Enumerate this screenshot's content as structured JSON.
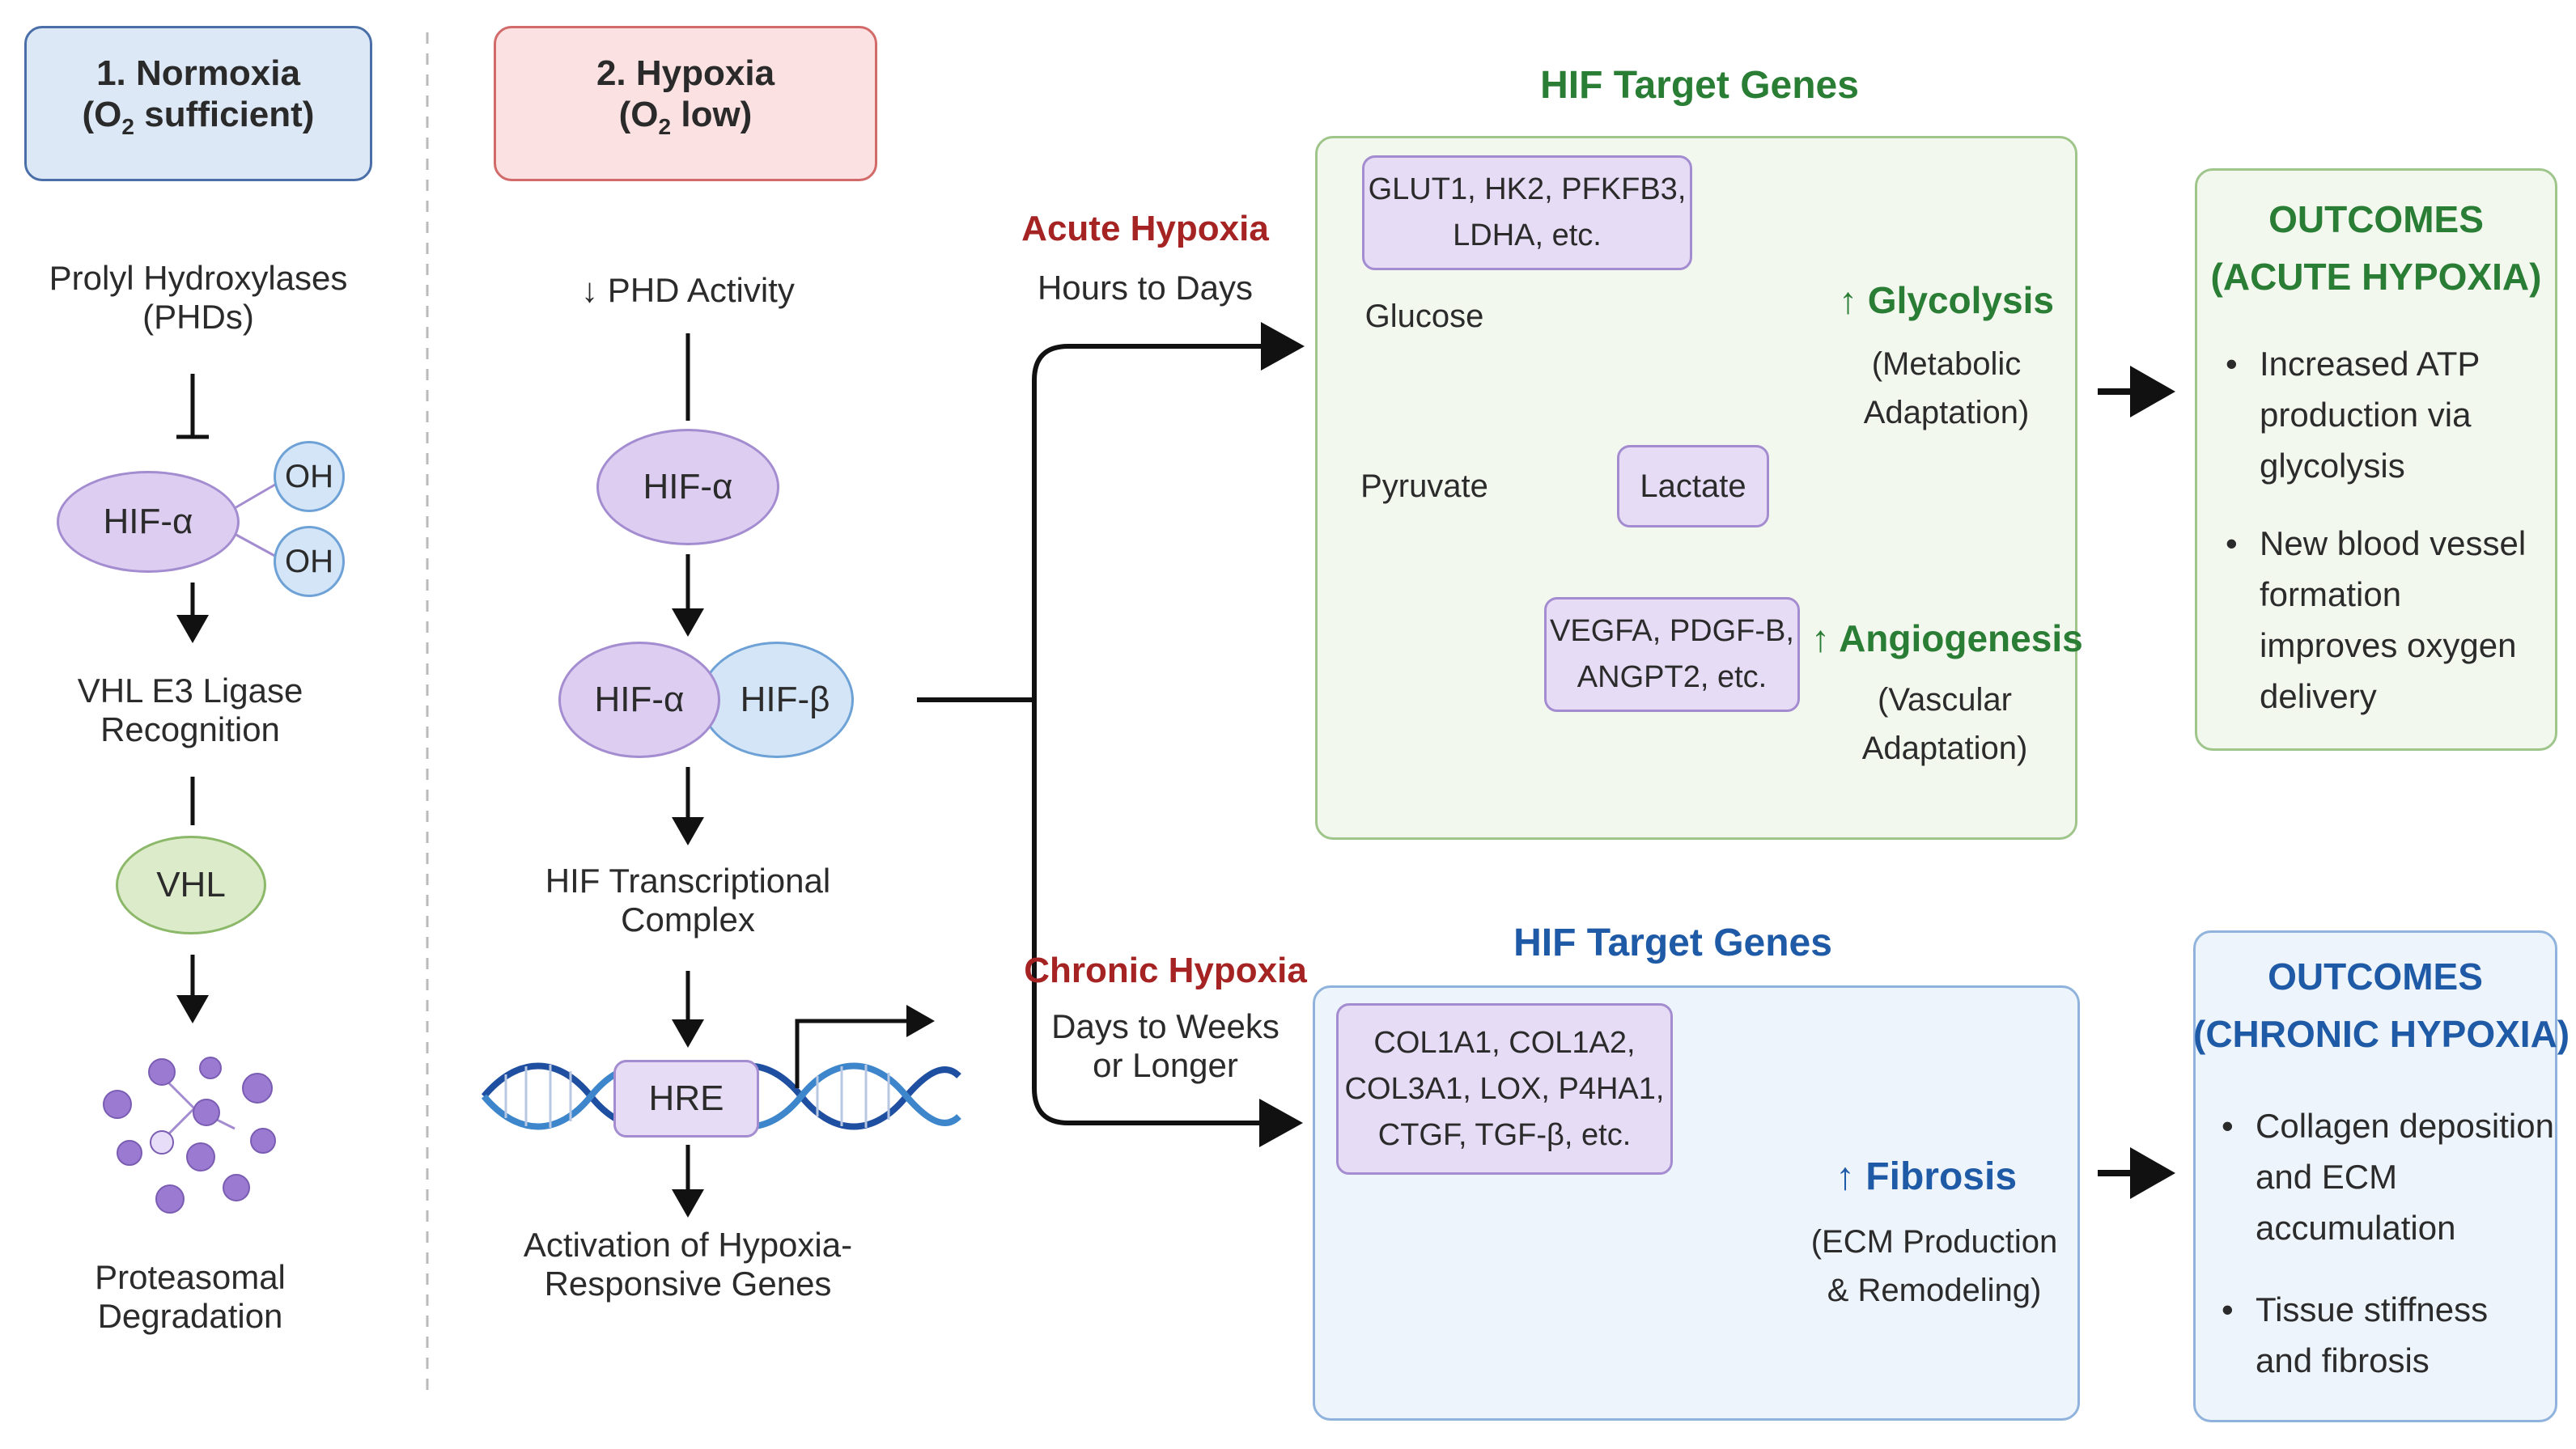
{
  "normoxia": {
    "title_line1": "1. Normoxia",
    "title_line2_pre": "(O",
    "title_line2_sub": "2",
    "title_line2_post": " sufficient)",
    "phd_line1": "Prolyl Hydroxylases",
    "phd_line2": "(PHDs)",
    "hif_alpha": "HIF-α",
    "oh1": "OH",
    "oh2": "OH",
    "vhl_rec_line1": "VHL E3 Ligase",
    "vhl_rec_line2": "Recognition",
    "vhl": "VHL",
    "degr_line1": "Proteasomal",
    "degr_line2": "Degradation"
  },
  "hypoxia": {
    "title_line1": "2. Hypoxia",
    "title_line2_pre": "(O",
    "title_line2_sub": "2",
    "title_line2_post": " low)",
    "phd_activity": "↓ PHD Activity",
    "hif_alpha": "HIF-α",
    "hif_alpha2": "HIF-α",
    "hif_beta": "HIF-β",
    "complex_line1": "HIF Transcriptional",
    "complex_line2": "Complex",
    "hre": "HRE",
    "activation_line1": "Activation of Hypoxia-",
    "activation_line2": "Responsive Genes"
  },
  "acute": {
    "label": "Acute Hypoxia",
    "time": "Hours to Days",
    "panel_title": "HIF Target Genes",
    "genes_line1": "GLUT1, HK2, PFKFB3,",
    "genes_line2": "LDHA, etc.",
    "glucose": "Glucose",
    "pyruvate": "Pyruvate",
    "lactate": "Lactate",
    "glycolysis": "↑ Glycolysis",
    "glyco_sub1": "(Metabolic",
    "glyco_sub2": "Adaptation)",
    "angio_genes_line1": "VEGFA, PDGF-B,",
    "angio_genes_line2": "ANGPT2, etc.",
    "angiogenesis": "↑ Angiogenesis",
    "angio_sub1": "(Vascular",
    "angio_sub2": "Adaptation)"
  },
  "chronic": {
    "label": "Chronic Hypoxia",
    "time_line1": "Days to Weeks",
    "time_line2": "or Longer",
    "panel_title": "HIF Target Genes",
    "genes_line1": "COL1A1, COL1A2,",
    "genes_line2": "COL3A1, LOX, P4HA1,",
    "genes_line3": "CTGF, TGF-β, etc.",
    "fibrosis": "↑ Fibrosis",
    "fib_sub1": "(ECM Production",
    "fib_sub2": "& Remodeling)"
  },
  "outcomes_acute": {
    "title_line1": "OUTCOMES",
    "title_line2": "(ACUTE HYPOXIA)",
    "b1_l1": "Increased ATP",
    "b1_l2": "production via",
    "b1_l3": "glycolysis",
    "b2_l1": "New blood vessel",
    "b2_l2": "formation",
    "b2_l3": "improves oxygen",
    "b2_l4": "delivery"
  },
  "outcomes_chronic": {
    "title_line1": "OUTCOMES",
    "title_line2": "(CHRONIC HYPOXIA)",
    "b1_l1": "Collagen deposition",
    "b1_l2": "and ECM",
    "b1_l3": "accumulation",
    "b2_l1": "Tissue stiffness",
    "b2_l2": "and fibrosis"
  },
  "colors": {
    "normoxia_box": "#dde8f6",
    "hypoxia_box": "#fbe1e1",
    "acute_panel": "#f3f8ee",
    "chronic_panel": "#eef4fb",
    "green_text": "#2a7d34",
    "blue_text": "#1f5aa6",
    "red_text": "#a62323",
    "hif_alpha_fill": "#dccdf1",
    "hif_beta_fill": "#d3e5f7",
    "vhl_fill": "#dcebc9"
  }
}
